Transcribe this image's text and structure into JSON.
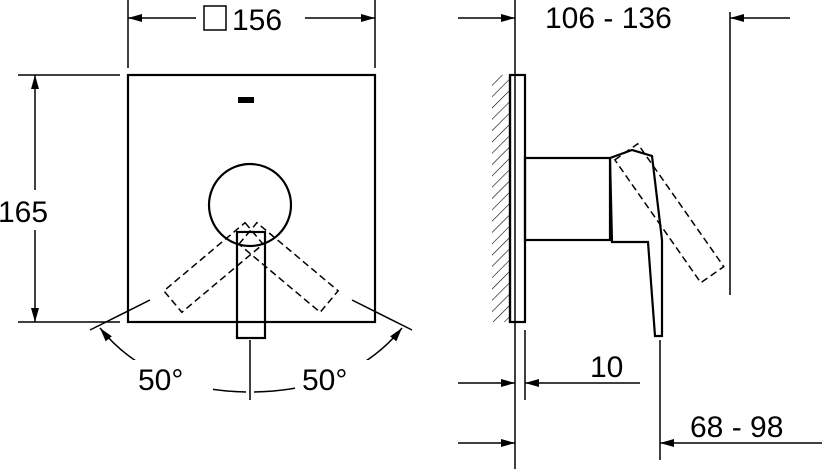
{
  "front_view": {
    "width_dim": "156",
    "height_dim": "165",
    "angle_left": "50°",
    "angle_right": "50°"
  },
  "side_view": {
    "depth_range_dim": "106 - 136",
    "plate_dim": "10",
    "body_range_dim": "68 - 98"
  }
}
